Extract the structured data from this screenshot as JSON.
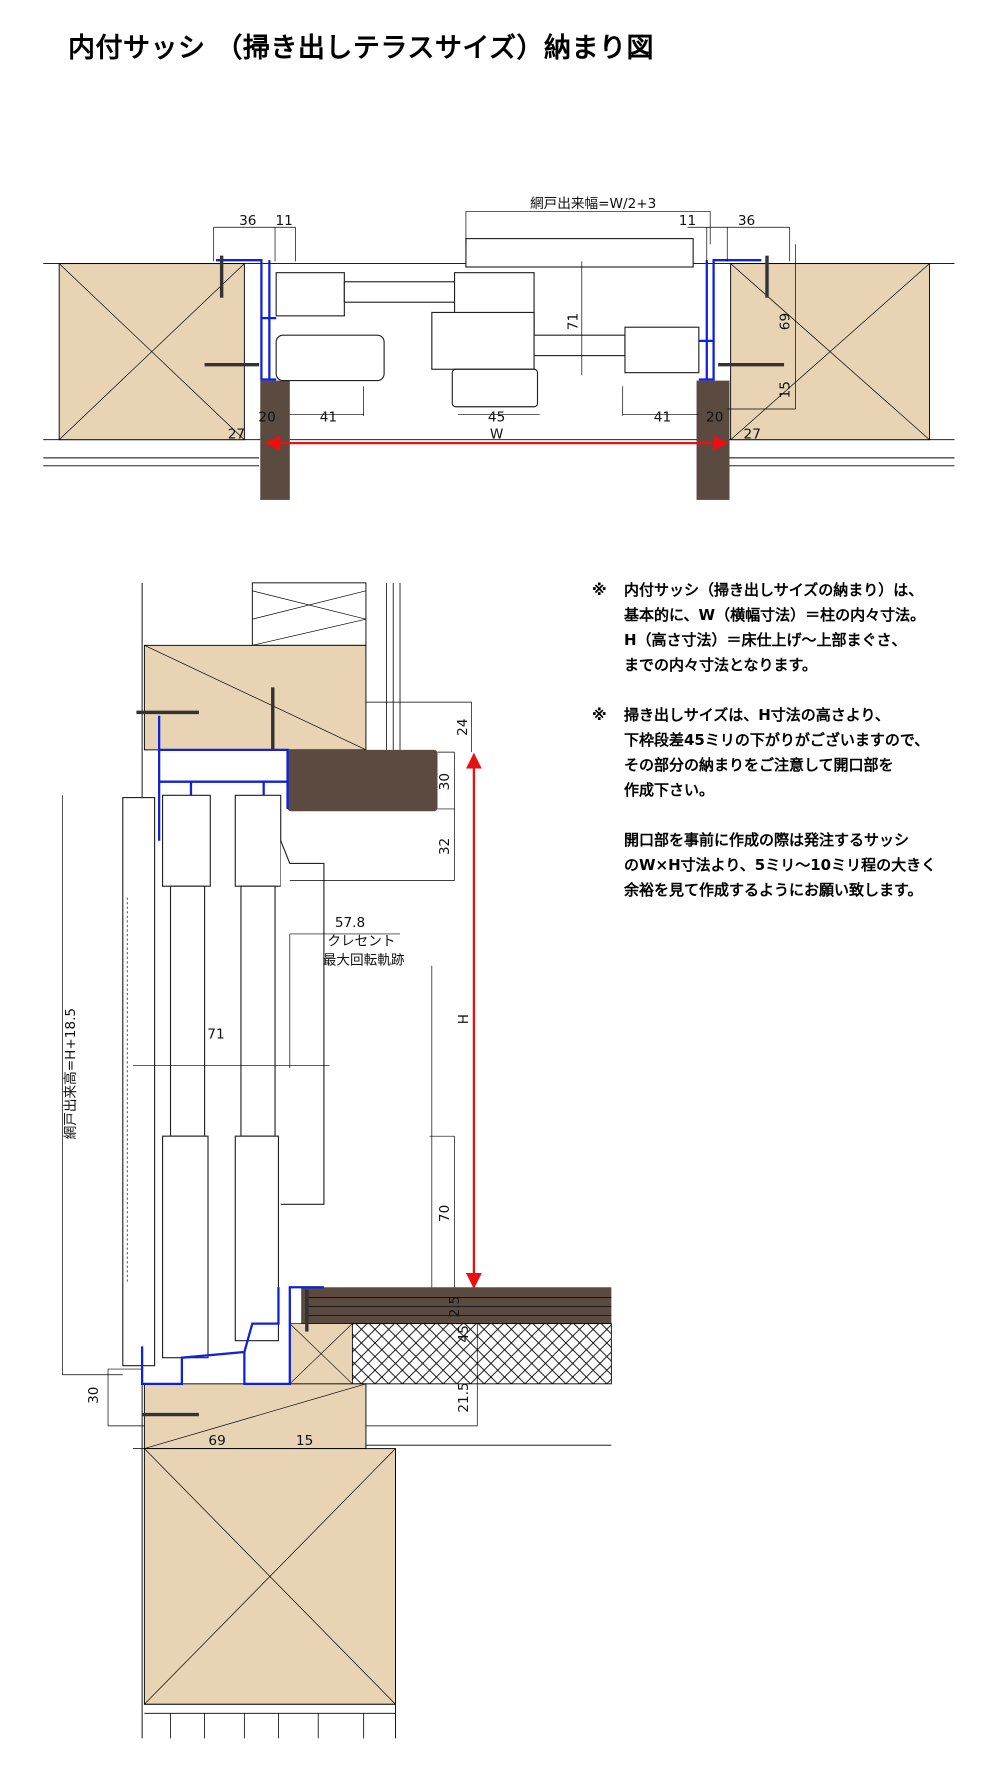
{
  "title": "内付サッシ （掃き出しテラスサイズ）納まり図",
  "colors": {
    "wood": "#e8d3b4",
    "post": "#5b4a40",
    "frame_blue": "#1022d8",
    "arrow_red": "#e81010"
  },
  "plan_view": {
    "screen_width_label": "網戸出来幅=W/2+3",
    "dims": {
      "left_36": "36",
      "left_11": "11",
      "right_11": "11",
      "right_36": "36",
      "d71": "71",
      "d69": "69",
      "d15": "15",
      "left_20": "20",
      "left_41": "41",
      "center_45": "45",
      "right_41": "41",
      "right_20": "20",
      "left_27": "27",
      "right_27": "27",
      "w": "W"
    }
  },
  "section_view": {
    "screen_height_label": "網戸出来高=H+18.5",
    "crescent_dim": "57.8",
    "crescent_label_1": "クレセント",
    "crescent_label_2": "最大回転軌跡",
    "dims": {
      "d24": "24",
      "d30_top": "30",
      "d32": "32",
      "d71": "71",
      "h": "H",
      "d70": "70",
      "d2_5": "2.5",
      "d45": "45",
      "d21_5": "21.5",
      "d30_bottom": "30",
      "d69": "69",
      "d15": "15"
    }
  },
  "notes": [
    {
      "mark": "※",
      "lines": [
        "内付サッシ（掃き出しサイズの納まり）は、",
        "基本的に、W（横幅寸法）＝柱の内々寸法。",
        "H（高さ寸法）＝床仕上げ～上部まぐさ、",
        "までの内々寸法となります。"
      ]
    },
    {
      "mark": "※",
      "lines": [
        "掃き出しサイズは、H寸法の高さより、",
        "下枠段差45ミリの下がりがございますので、",
        "その部分の納まりをご注意して開口部を",
        "作成下さい。"
      ]
    },
    {
      "mark": "",
      "lines": [
        "開口部を事前に作成の際は発注するサッシ",
        "のW×H寸法より、5ミリ～10ミリ程の大きく",
        "余裕を見て作成するようにお願い致します。"
      ]
    }
  ]
}
